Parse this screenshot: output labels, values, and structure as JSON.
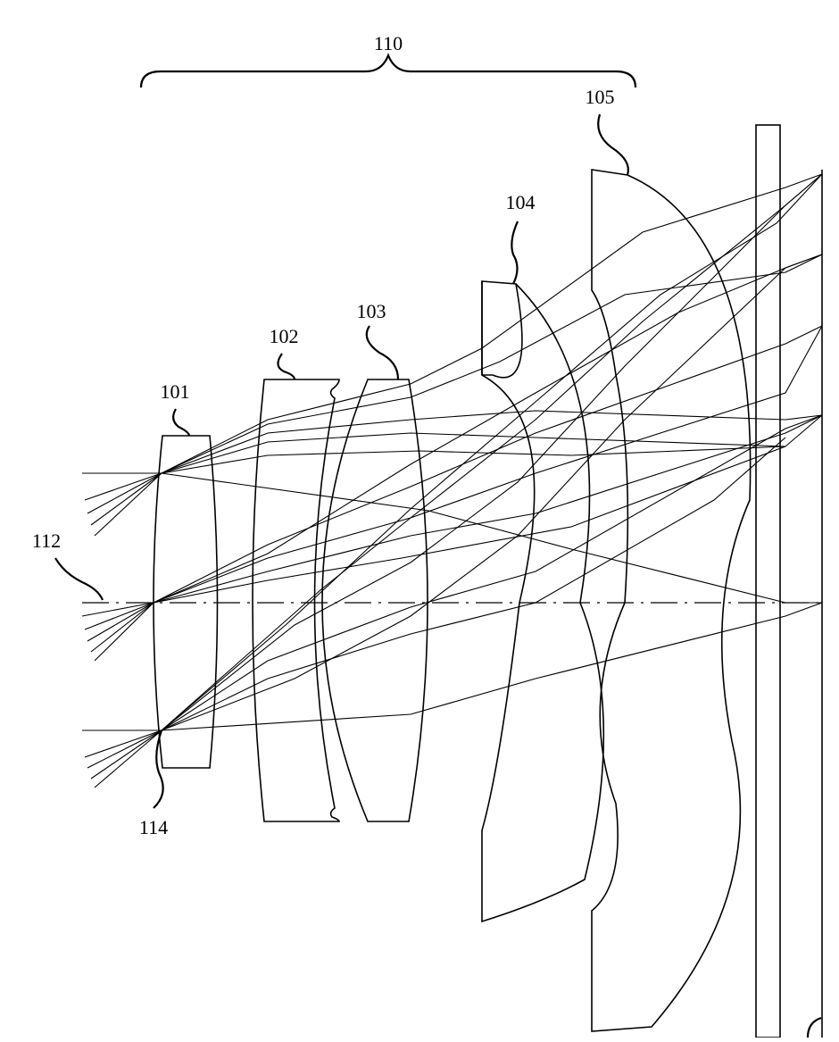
{
  "figure": {
    "labels": {
      "system": "110",
      "lens1": "101",
      "lens2": "102",
      "lens3": "103",
      "lens4": "104",
      "lens5": "105",
      "optical_axis": "112",
      "object_point": "114"
    }
  }
}
